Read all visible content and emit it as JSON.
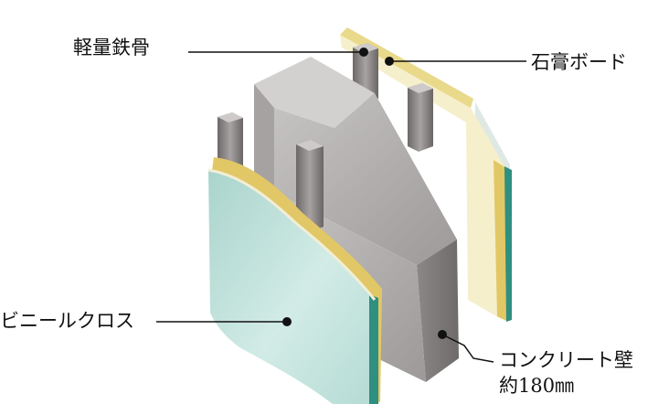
{
  "labels": {
    "light_steel": "軽量鉄骨",
    "gypsum_board": "石膏ボード",
    "vinyl_cloth": "ビニールクロス",
    "concrete_wall": "コンクリート壁",
    "concrete_thickness": "約180㎜"
  },
  "colors": {
    "background": "#ffffff",
    "concrete_face": "#b3b0b0",
    "concrete_side": "#7e7a7a",
    "gypsum": "#f6efcc",
    "gypsum_edge": "#e2c766",
    "vinyl": "#bfe0da",
    "vinyl_edge": "#2f8f80",
    "steel": "#8a8585",
    "leader": "#111111"
  }
}
